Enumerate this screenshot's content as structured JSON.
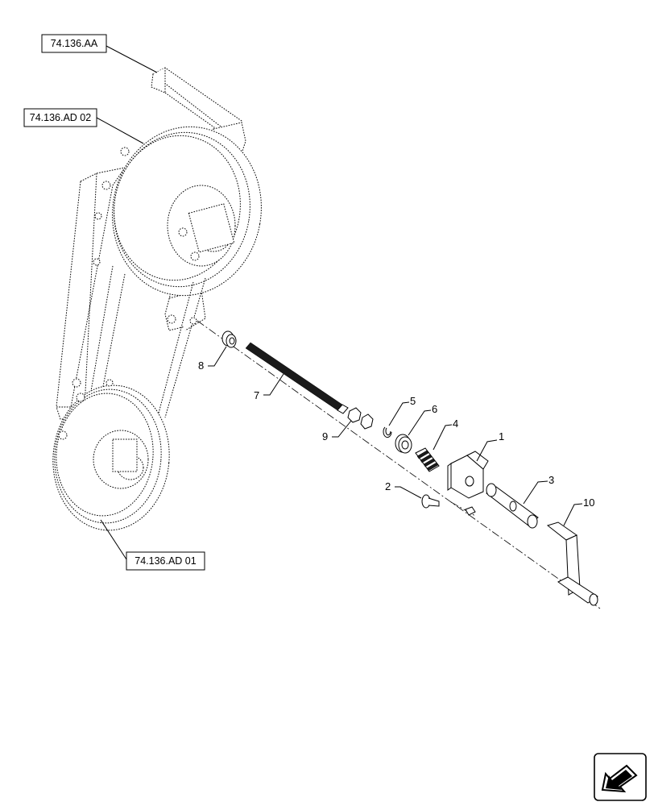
{
  "references": [
    {
      "id": "ref-74-136-aa",
      "label": "74.136.AA"
    },
    {
      "id": "ref-74-136-ad-02",
      "label": "74.136.AD 02"
    },
    {
      "id": "ref-74-136-ad-01",
      "label": "74.136.AD 01"
    }
  ],
  "callouts": [
    "1",
    "2",
    "3",
    "4",
    "5",
    "6",
    "7",
    "8",
    "9",
    "10"
  ],
  "navigation": {
    "icon": "next-page-arrow-icon"
  }
}
